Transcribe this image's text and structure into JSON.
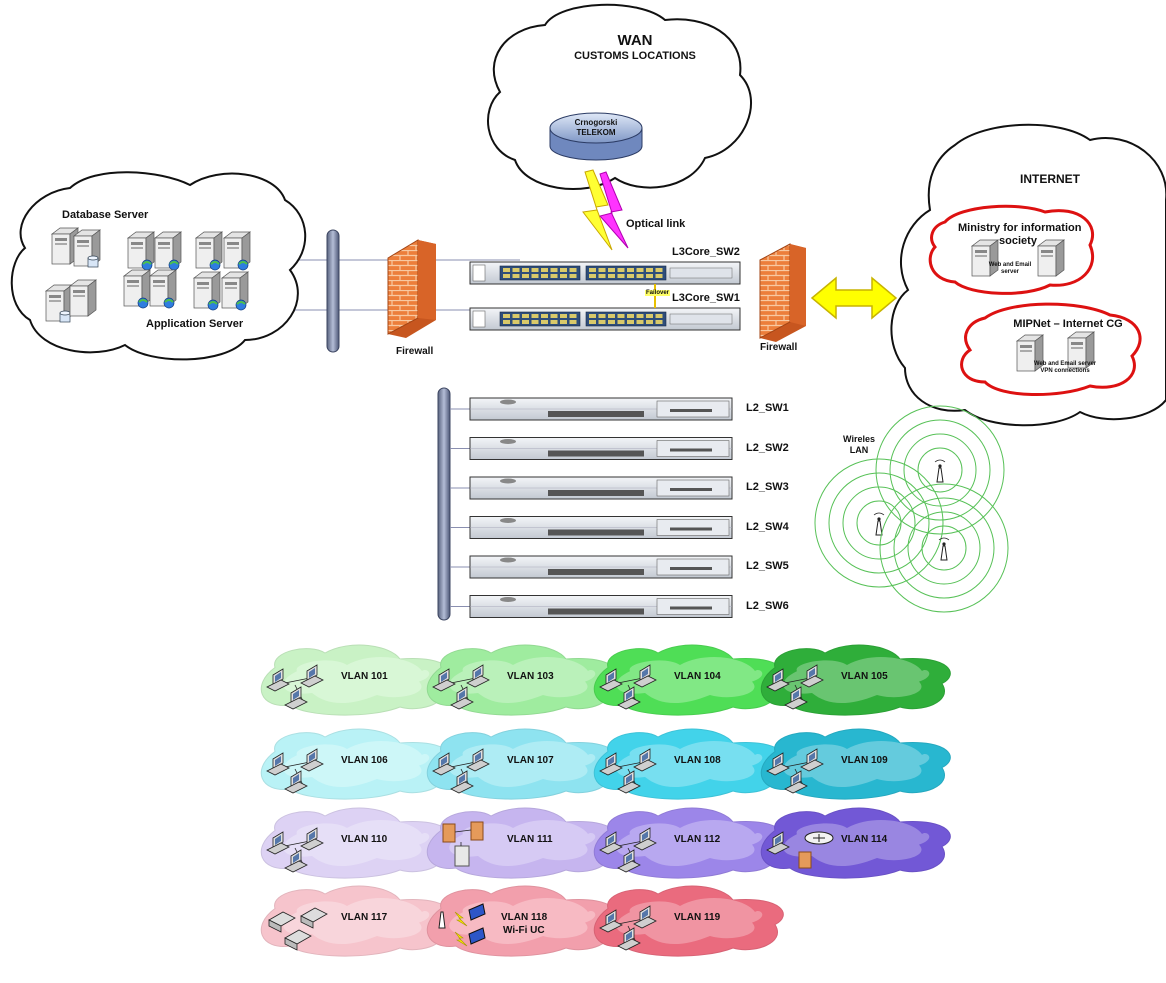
{
  "wan": {
    "title": "WAN",
    "subtitle": "CUSTOMS LOCATIONS",
    "router_line1": "Crnogorski",
    "router_line2": "TELEKOM"
  },
  "optical_link": "Optical link",
  "internet": {
    "title": "INTERNET",
    "ministry_line1": "Ministry for information",
    "ministry_line2": "society",
    "ministry_server_line1": "Web and Email",
    "ministry_server_line2": "server",
    "mipnet_title": "MIPNet – Internet CG",
    "mipnet_server_line1": "Web and Email server",
    "mipnet_server_line2": "VPN connections"
  },
  "servers": {
    "database": "Database Server",
    "application": "Application Server"
  },
  "firewall_left": "Firewall",
  "firewall_right": "Firewall",
  "core": {
    "sw2": "L3Core_SW2",
    "sw1": "L3Core_SW1",
    "failover": "Failover"
  },
  "access_switches": [
    "L2_SW1",
    "L2_SW2",
    "L2_SW3",
    "L2_SW4",
    "L2_SW5",
    "L2_SW6"
  ],
  "wireless": {
    "line1": "Wireles",
    "line2": "LAN"
  },
  "vlans": [
    {
      "label": "VLAN 101",
      "color": "#c9f2c5",
      "icon": "pc"
    },
    {
      "label": "VLAN 103",
      "color": "#9fec9f",
      "icon": "pc"
    },
    {
      "label": "VLAN 104",
      "color": "#4fde56",
      "icon": "pc"
    },
    {
      "label": "VLAN 105",
      "color": "#2fae3a",
      "icon": "pc"
    },
    {
      "label": "VLAN 106",
      "color": "#b9f2f6",
      "icon": "pc"
    },
    {
      "label": "VLAN 107",
      "color": "#8ee3f0",
      "icon": "pc"
    },
    {
      "label": "VLAN 108",
      "color": "#42d3ea",
      "icon": "pc"
    },
    {
      "label": "VLAN 109",
      "color": "#28b7d0",
      "icon": "pc"
    },
    {
      "label": "VLAN 110",
      "color": "#ddd2f4",
      "icon": "pc"
    },
    {
      "label": "VLAN 111",
      "color": "#c6b5ef",
      "icon": "firewall"
    },
    {
      "label": "VLAN 112",
      "color": "#9c86e9",
      "icon": "pc"
    },
    {
      "label": "VLAN 114",
      "color": "#7258d6",
      "icon": "router"
    },
    {
      "label": "VLAN 117",
      "color": "#f6c4cc",
      "icon": "printer"
    },
    {
      "label": "VLAN 118",
      "label2": "Wi-Fi UC",
      "color": "#f29fac",
      "icon": "wifi"
    },
    {
      "label": "VLAN 119",
      "color": "#ea6b7e",
      "icon": "pc"
    }
  ],
  "colors": {
    "internet_ring": "#dd1111",
    "wireless": "#57c157",
    "link_yellow": "#ffff00",
    "link_magenta": "#ff00ff"
  }
}
